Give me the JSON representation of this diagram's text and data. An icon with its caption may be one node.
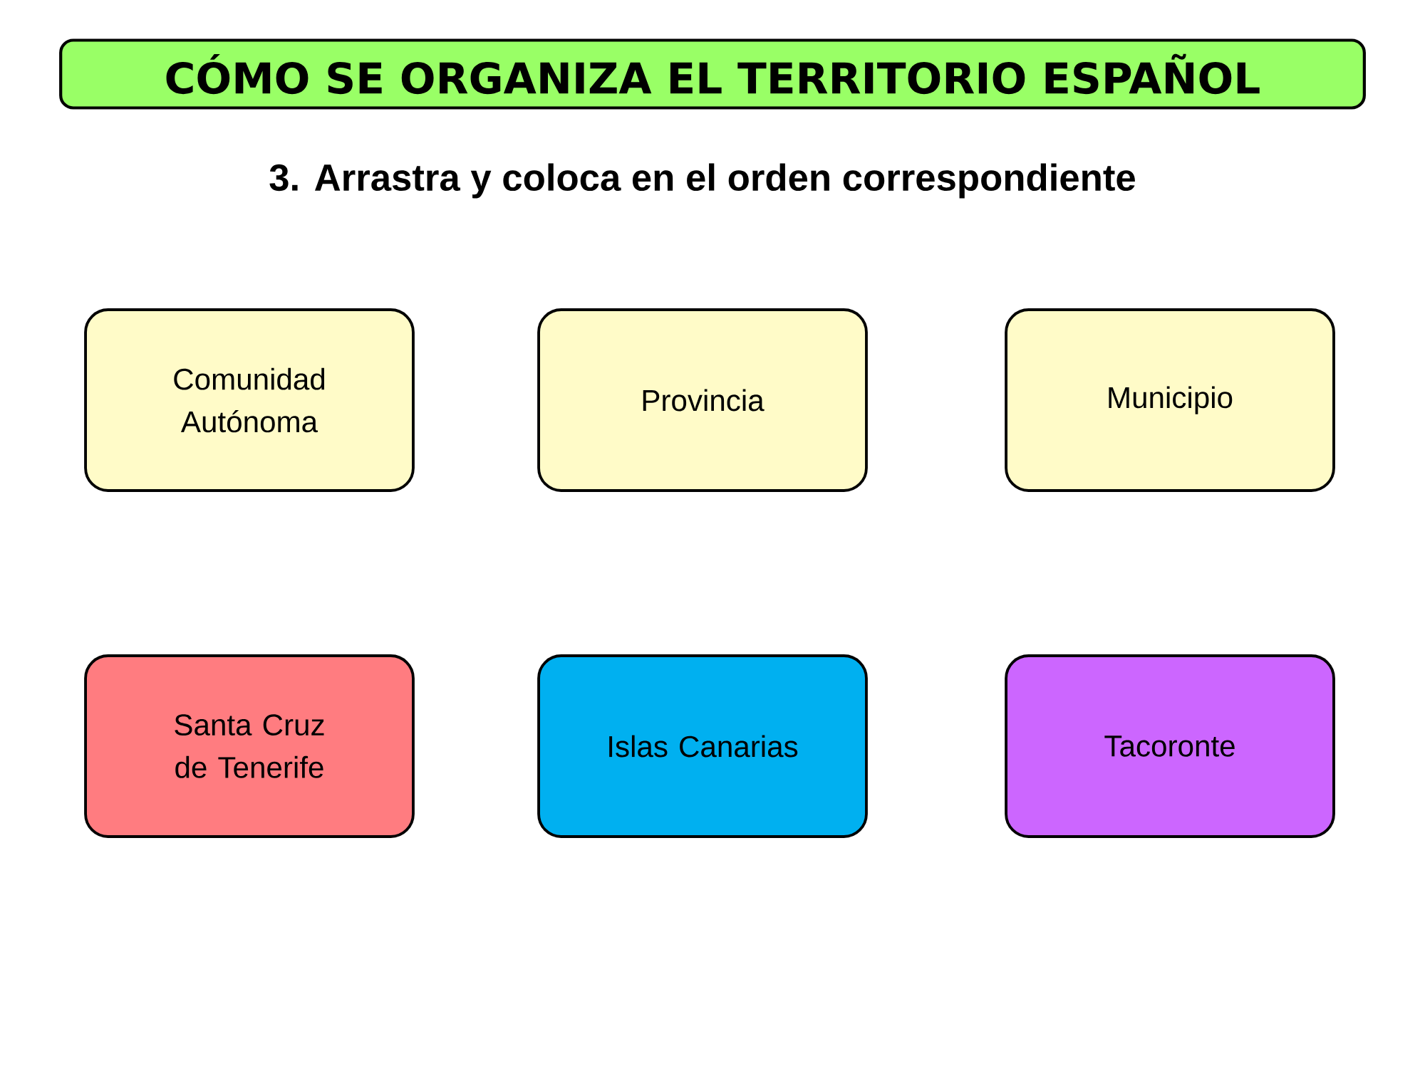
{
  "diagram": {
    "title": "CÓMO SE ORGANIZA EL TERRITORIO ESPAÑOL",
    "nodes": [
      {
        "text": [
          "Comunidad Autónoma"
        ]
      },
      {
        "text": [
          "Provincia"
        ]
      },
      {
        "text": [
          "Municipio"
        ]
      },
      {
        "text": [
          "Santa Cruz de Tenerife"
        ]
      },
      {
        "text": [
          "Islas Canarias"
        ]
      },
      {
        "text": [
          "Tacoronte"
        ]
      }
    ],
    "labels": [
      "3.   Arrastra y coloca en el orden correspondiente"
    ]
  }
}
